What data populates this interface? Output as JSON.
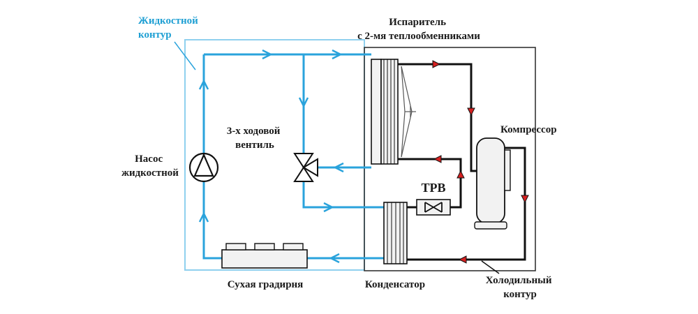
{
  "labels": {
    "liquid_loop": [
      "Жидкостной",
      "контур"
    ],
    "evaporator": [
      "Испаритель",
      "с 2-мя теплообменниками"
    ],
    "three_way_valve": [
      "3-х ходовой",
      "вентиль"
    ],
    "pump": [
      "Насос",
      "жидкостной"
    ],
    "compressor": "Компрессор",
    "trv": "TPB",
    "dry_cooler": "Сухая градирня",
    "condenser": "Конденсатор",
    "refrigerant_loop": [
      "Холодильный",
      "контур"
    ]
  },
  "colors": {
    "liquid_loop": "#2aa3dc",
    "liquid_loop_border": "#8fd0ee",
    "refrigerant_loop": "#111111",
    "refrigerant_arrow": "#d62020",
    "box_border": "#333333"
  }
}
